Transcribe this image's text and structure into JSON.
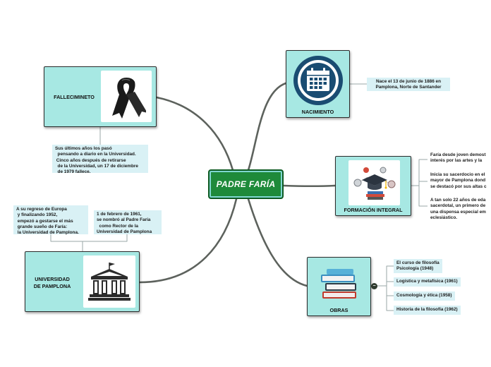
{
  "central": {
    "title": "PADRE FARÍA"
  },
  "fallecimiento": {
    "label": "FALLECIMINETO",
    "note": [
      "Sus últimos años los pasó",
      "  pensando a diario en la Universidad.",
      " Cinco años después de retirarse",
      "  de la Universidad, un 17 de diciembre",
      "  de 1979 fallece."
    ],
    "icon": "black-ribbon"
  },
  "nacimiento": {
    "label": "NACIMIENTO",
    "note": [
      "Nace el 13 de junio de 1886 en",
      "Pamplona, Norte de Santander"
    ],
    "icon": "calendar"
  },
  "formacion": {
    "label": "FORMACIÓN INTEGRAL",
    "notes": [
      [
        "Faría desde joven demost",
        "interés por las artes y la"
      ],
      [
        "Inicia su sacerdocio en el",
        "mayor de Pamplona dond",
        "se destacó por sus altas c"
      ],
      [
        "A tan solo 22 años de eda",
        "sacerdotal, un primero de",
        "una dispensa especial em",
        "eclesiástico."
      ]
    ],
    "icon": "graduation-cap"
  },
  "obras": {
    "label": "OBRAS",
    "collapse_symbol": "−",
    "items": [
      "El curso de filosofía\nPsicología (1948)",
      "Logística y metafísica (1961)",
      "Cosmología y ética (1958)",
      "Historia de la filosofía (1962)"
    ],
    "icon": "books"
  },
  "universidad": {
    "label_lines": [
      "UNIVERSIDAD",
      "DE PAMPLONA"
    ],
    "note_left": [
      "A su regreso de Europa",
      " y finalizando 1952,",
      " empezó a gestarse el más",
      " grande sueño de Faría:",
      " la Universidad de Pamplona."
    ],
    "note_right": [
      "1 de febrero de 1961,",
      "se nombró al Padre Faría",
      "  como Rector de la",
      "Universidad de Pamplona"
    ],
    "icon": "university-building"
  },
  "colors": {
    "node_fill": "#a7e8e3",
    "central_fill": "#1e8a3a",
    "branch": "#5d625d",
    "note_fill": "#d9f1f5"
  }
}
